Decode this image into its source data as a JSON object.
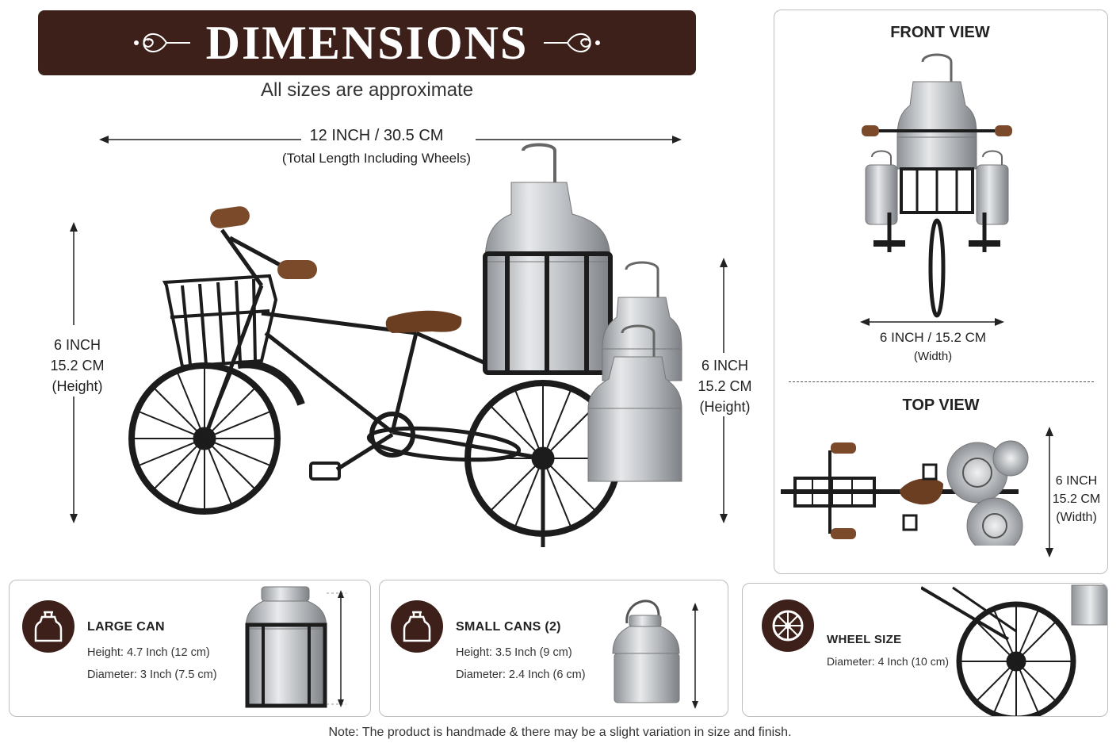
{
  "header": {
    "title": "DIMENSIONS",
    "subtitle": "All sizes are approximate"
  },
  "main": {
    "length_label": "12 INCH / 30.5 CM",
    "length_note": "(Total Length Including Wheels)",
    "left_height": {
      "line1": "6 INCH",
      "line2": "15.2 CM",
      "line3": "(Height)"
    },
    "right_height": {
      "line1": "6 INCH",
      "line2": "15.2 CM",
      "line3": "(Height)"
    }
  },
  "front_view": {
    "title": "FRONT VIEW",
    "width_label": "6 INCH / 15.2 CM",
    "width_note": "(Width)"
  },
  "top_view": {
    "title": "TOP VIEW",
    "line1": "6 INCH",
    "line2": "15.2 CM",
    "line3": "(Width)"
  },
  "specs": {
    "large_can": {
      "title": "LARGE CAN",
      "height": "Height: 4.7 Inch (12 cm)",
      "diameter": "Diameter: 3 Inch (7.5 cm)",
      "icon": "milk-can-icon"
    },
    "small_cans": {
      "title": "SMALL CANS (2)",
      "height": "Height: 3.5 Inch (9 cm)",
      "diameter": "Diameter: 2.4 Inch (6 cm)",
      "icon": "milk-can-icon"
    },
    "wheel": {
      "title": "WHEEL SIZE",
      "diameter": "Diameter: 4 Inch (10 cm)",
      "icon": "wheel-icon"
    }
  },
  "note": "Note: The product is handmade & there may be a slight variation in size and finish.",
  "colors": {
    "banner": "#3d2019",
    "metal": "#c9ccd0",
    "frame": "#1c1c1c",
    "wood": "#7a4a2a"
  }
}
